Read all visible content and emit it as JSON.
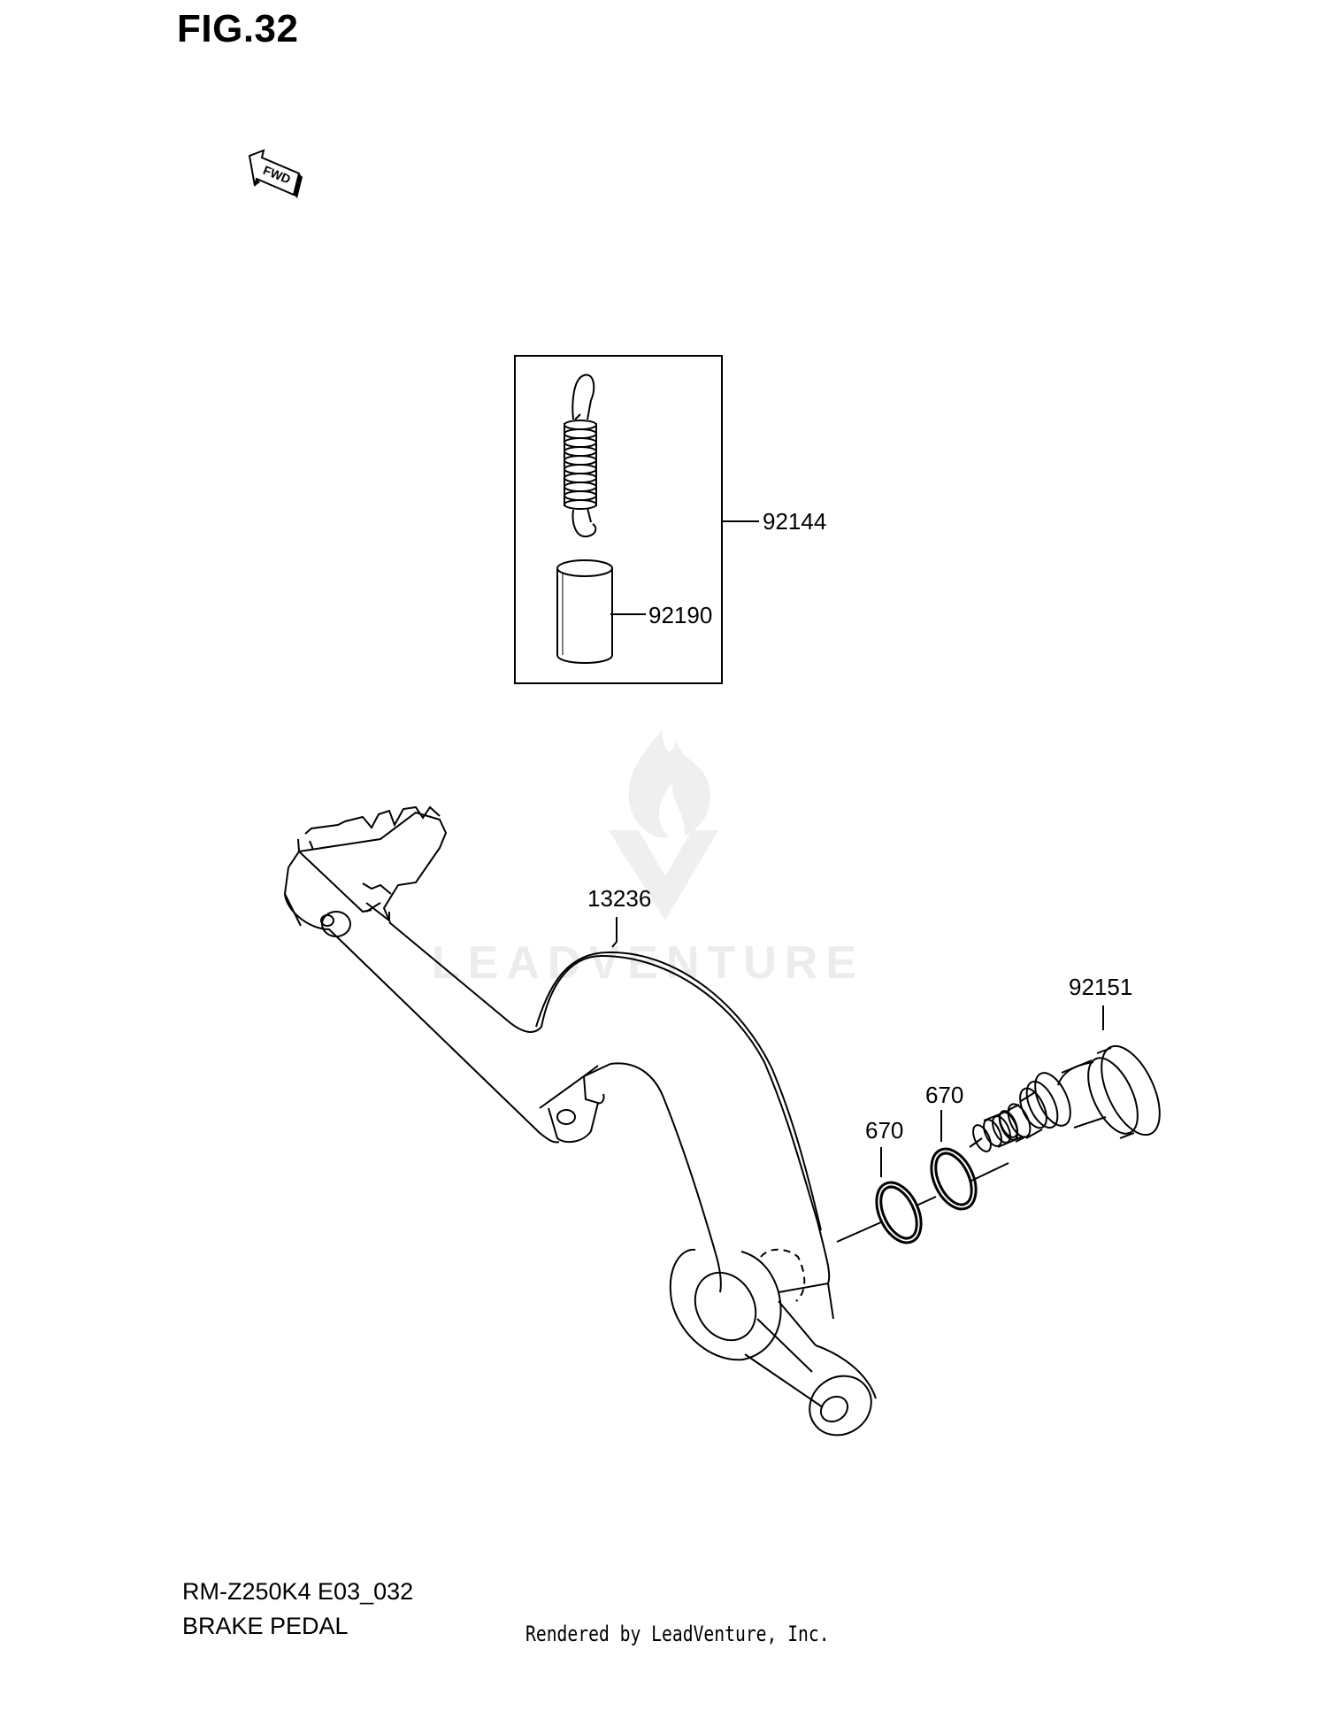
{
  "figure": {
    "title": "FIG.32",
    "direction_indicator": "FWD"
  },
  "parts": [
    {
      "id": "spring-kit",
      "number": "92144"
    },
    {
      "id": "collar",
      "number": "92190"
    },
    {
      "id": "brake-pedal",
      "number": "13236"
    },
    {
      "id": "pivot-bolt",
      "number": "92151"
    },
    {
      "id": "o-ring-inner",
      "number": "670"
    },
    {
      "id": "o-ring-outer",
      "number": "670"
    }
  ],
  "footer": {
    "model_code": "RM-Z250K4 E03_032",
    "section_name": "BRAKE PEDAL",
    "rendered_by": "Rendered by LeadVenture, Inc."
  },
  "watermark": {
    "brand": "LEADVENTURE"
  },
  "icons": [
    "fwd-arrow-icon",
    "leadventure-logo-icon"
  ]
}
